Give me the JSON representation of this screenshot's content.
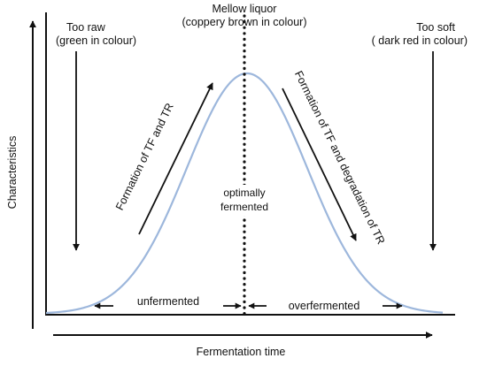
{
  "diagram": {
    "top_center_label": [
      "Mellow liquor",
      "(coppery brown in colour)"
    ],
    "left_label": [
      "Too raw",
      "(green in colour)"
    ],
    "right_label": [
      "Too soft",
      "( dark red in  colour)"
    ],
    "rising_label": "Formation of TF and TR",
    "falling_label": "Formation of TF and degradation of TR",
    "center_label": [
      "optimally",
      "fermented"
    ],
    "under_label": "unfermented",
    "over_label": "overfermented",
    "y_axis_label": "Characteristics",
    "x_axis_label": "Fermentation time",
    "colors": {
      "curve": "#9db7dc",
      "ink": "#111111"
    }
  }
}
